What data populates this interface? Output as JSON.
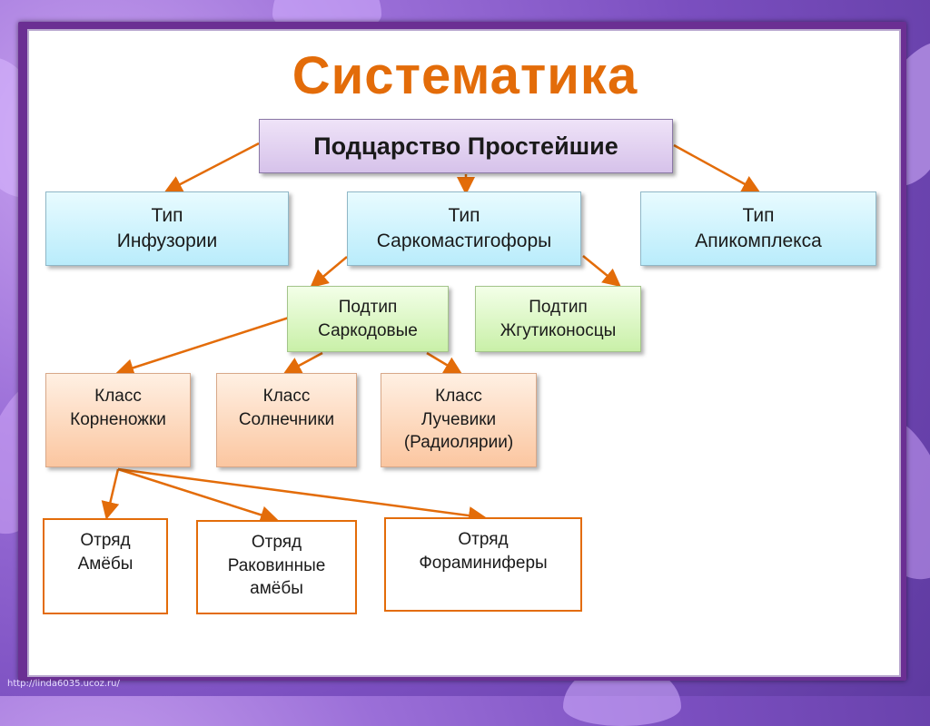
{
  "title": "Систематика",
  "root": {
    "line1": "Подцарство Простейшие"
  },
  "types": [
    {
      "line1": "Тип",
      "line2": "Инфузории"
    },
    {
      "line1": "Тип",
      "line2": "Саркомастигофоры"
    },
    {
      "line1": "Тип",
      "line2": "Апикомплекса"
    }
  ],
  "subtypes": [
    {
      "line1": "Подтип",
      "line2": "Саркодовые"
    },
    {
      "line1": "Подтип",
      "line2": "Жгутиконосцы"
    }
  ],
  "classes": [
    {
      "line1": "Класс",
      "line2": "Корненожки"
    },
    {
      "line1": "Класс",
      "line2": "Солнечники"
    },
    {
      "line1": "Класс",
      "line2": "Лучевики",
      "line3": "(Радиолярии)"
    }
  ],
  "orders": [
    {
      "line1": "Отряд",
      "line2": "Амёбы"
    },
    {
      "line1": "Отряд",
      "line2": "Раковинные",
      "line3": "амёбы"
    },
    {
      "line1": "Отряд",
      "line2": "Фораминиферы"
    }
  ],
  "watermark": "http://linda6035.ucoz.ru/",
  "colors": {
    "title": "#e36c09",
    "arrow": "#e36c09",
    "frame": "#6b2f93"
  }
}
